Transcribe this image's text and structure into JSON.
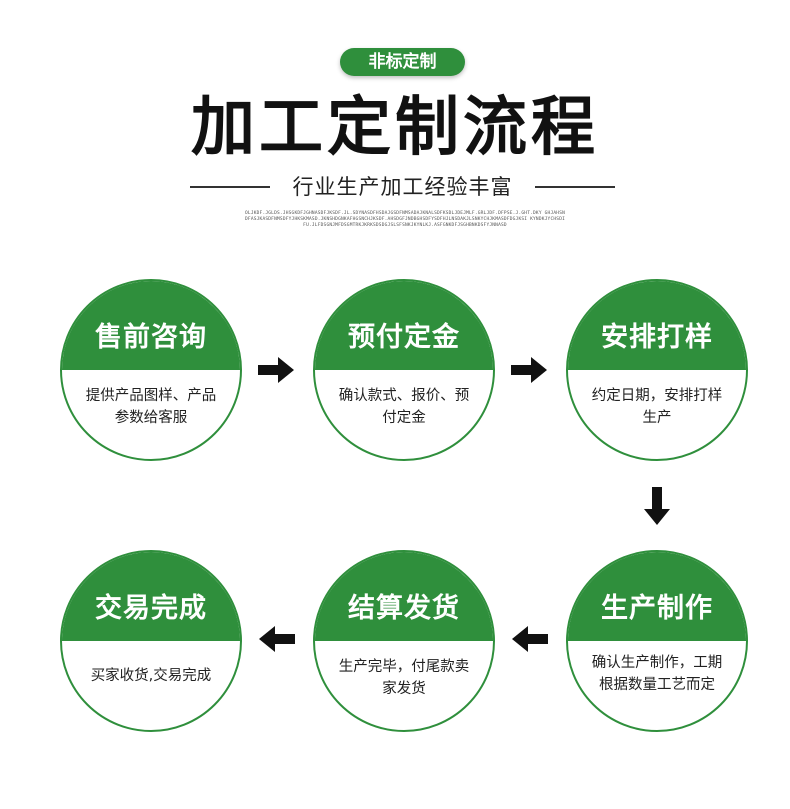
{
  "header": {
    "badge": "非标定制",
    "title": "加工定制流程",
    "subtitle": "行业生产加工经验丰富",
    "fine_print": "OLJKDF.JGLDS.JHSGKDFJGHNASDFJKSDF.JL.SDYNASDFHSDAJGSDFNMSADAJKNALSDFKSDLJDEJMLF.GRLJDF.DFPSE.J.GHT.DKY GHJAHSNDFASJKASDFNMSDFYJHKSKMASD.JKNSHDGNKAFHGSNCHJKSDF.AHSDGFJNDBGHSDFYSDFHJLNSDAKJLSNKYCHJKMASDFDGJKSI KYNDKJYCHSDIFU.JLFDSGNJMFDSGMTRKJKRKSDSDGJSLSFSNKJKYNLKJ.ASFGNKDFJSGHBNKDSFYJNNASD"
  },
  "steps": [
    {
      "title": "售前咨询",
      "desc": "提供产品图样、产品参数给客服"
    },
    {
      "title": "预付定金",
      "desc": "确认款式、报价、预付定金"
    },
    {
      "title": "安排打样",
      "desc": "约定日期，安排打样生产"
    },
    {
      "title": "生产制作",
      "desc": "确认生产制作，工期根据数量工艺而定"
    },
    {
      "title": "结算发货",
      "desc": "生产完毕，付尾款卖家发货"
    },
    {
      "title": "交易完成",
      "desc": "买家收货,交易完成"
    }
  ],
  "colors": {
    "accent": "#2f8f3c",
    "arrow": "#111111"
  },
  "icons": [
    "arrow-right-icon",
    "arrow-down-icon",
    "arrow-left-icon"
  ]
}
